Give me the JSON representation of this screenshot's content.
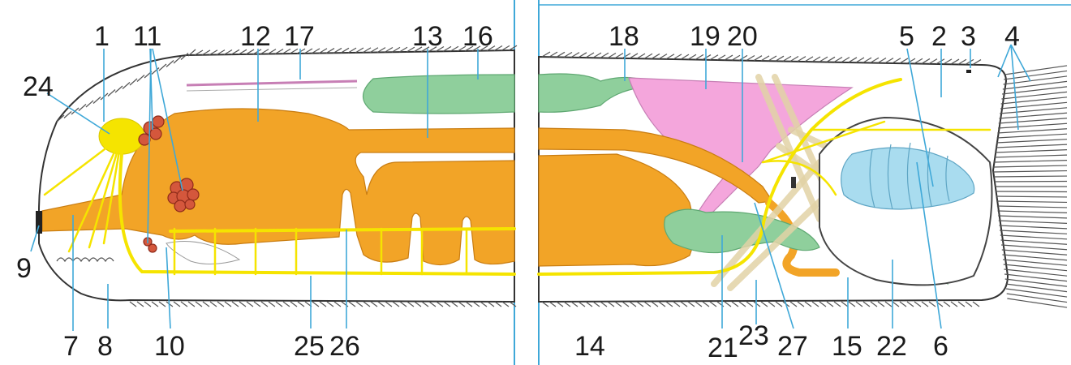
{
  "diagram": {
    "labels_left": [
      "1",
      "11",
      "12",
      "17",
      "13",
      "16",
      "24",
      "9",
      "7",
      "8",
      "10",
      "25",
      "26"
    ],
    "labels_right": [
      "18",
      "19",
      "20",
      "5",
      "2",
      "3",
      "4",
      "14",
      "21",
      "23",
      "27",
      "15",
      "22",
      "6"
    ]
  },
  "colors": {
    "gut": "#f2a427",
    "nerve": "#f5e400",
    "green_glands": "#8fcf9c",
    "pink_gland": "#f4a6dc",
    "blue_organ": "#a9dcef",
    "gonads": "#d4573c",
    "leader_lines": "#3fa8d8"
  }
}
